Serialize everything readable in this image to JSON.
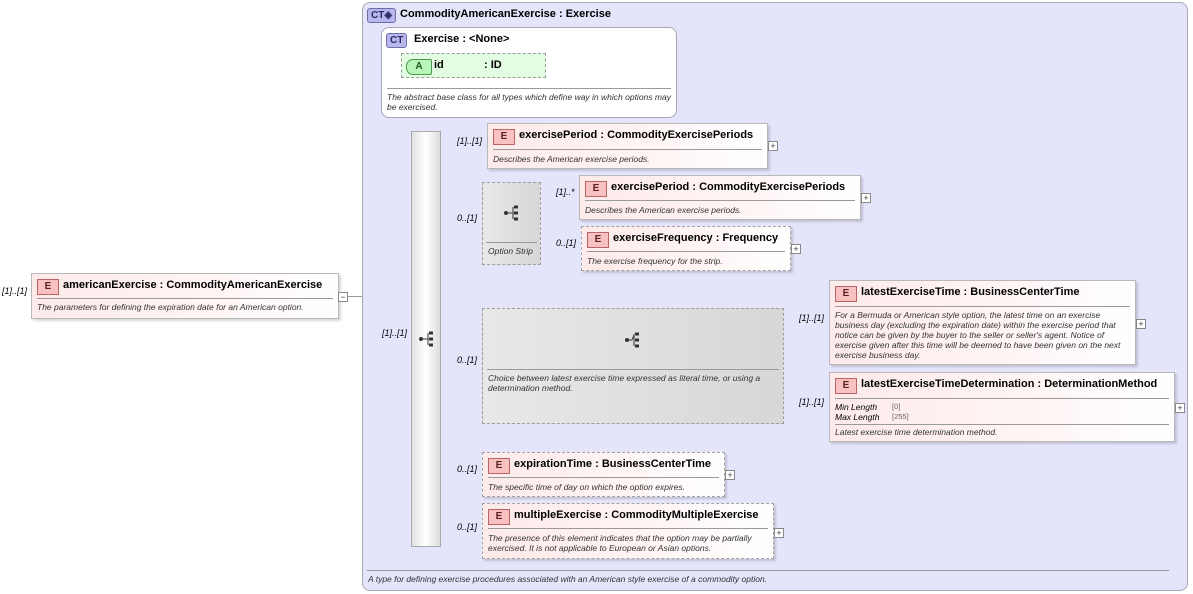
{
  "root_element": {
    "cardinality": "[1]..[1]",
    "icon": "E",
    "name": "americanExercise",
    "type": "CommodityAmericanExercise",
    "description": "The parameters for defining the expiration date for an American option."
  },
  "complex_type": {
    "icon": "CT",
    "name": "CommodityAmericanExercise",
    "base": "Exercise",
    "description": "A type for defining exercise procedures associated with an American style exercise of a commodity option."
  },
  "base_type": {
    "icon": "CT",
    "name": "Exercise",
    "base": "<None>",
    "attribute": {
      "icon": "A",
      "name": "id",
      "type": "ID"
    },
    "description": "The abstract base class for all types which define way in which options may be exercised."
  },
  "sequence": {
    "cardinality": "[1]..[1]",
    "children": {
      "exercisePeriod": {
        "cardinality": "[1]..[1]",
        "icon": "E",
        "name": "exercisePeriod",
        "type": "CommodityExercisePeriods",
        "description": "Describes the American exercise periods."
      },
      "optionStrip": {
        "cardinality": "0..[1]",
        "label": "Option Strip",
        "items": [
          {
            "cardinality": "[1]..*",
            "icon": "E",
            "name": "exercisePeriod",
            "type": "CommodityExercisePeriods",
            "description": "Describes the American exercise periods."
          },
          {
            "cardinality": "0..[1]",
            "icon": "E",
            "name": "exerciseFrequency",
            "type": "Frequency",
            "description": "The exercise frequency for the strip."
          }
        ]
      },
      "choice": {
        "cardinality": "0..[1]",
        "description": "Choice between latest exercise time expressed as literal time, or using a determination method.",
        "items": [
          {
            "cardinality": "[1]..[1]",
            "icon": "E",
            "name": "latestExerciseTime",
            "type": "BusinessCenterTime",
            "description": "For a Bermuda or American style option, the latest time on an exercise business day (excluding the expiration date) within the exercise period that notice can be given by the buyer to the seller or seller's agent. Notice of exercise given after this time will be deemed to have been given on the next exercise business day."
          },
          {
            "cardinality": "[1]..[1]",
            "icon": "E",
            "name": "latestExerciseTimeDetermination",
            "type": "DeterminationMethod",
            "facets": [
              {
                "label": "Min Length",
                "value": "[0]"
              },
              {
                "label": "Max Length",
                "value": "[255]"
              }
            ],
            "description": "Latest exercise time determination method."
          }
        ]
      },
      "expirationTime": {
        "cardinality": "0..[1]",
        "icon": "E",
        "name": "expirationTime",
        "type": "BusinessCenterTime",
        "description": "The specific time of day on which the option expires."
      },
      "multipleExercise": {
        "cardinality": "0..[1]",
        "icon": "E",
        "name": "multipleExercise",
        "type": "CommodityMultipleExercise",
        "description": "The presence of this element indicates that the option may be partially exercised. It is not applicable to European or Asian options."
      }
    }
  },
  "ui": {
    "separator": " : ",
    "expand_symbol": "+",
    "collapse_symbol": "−"
  }
}
